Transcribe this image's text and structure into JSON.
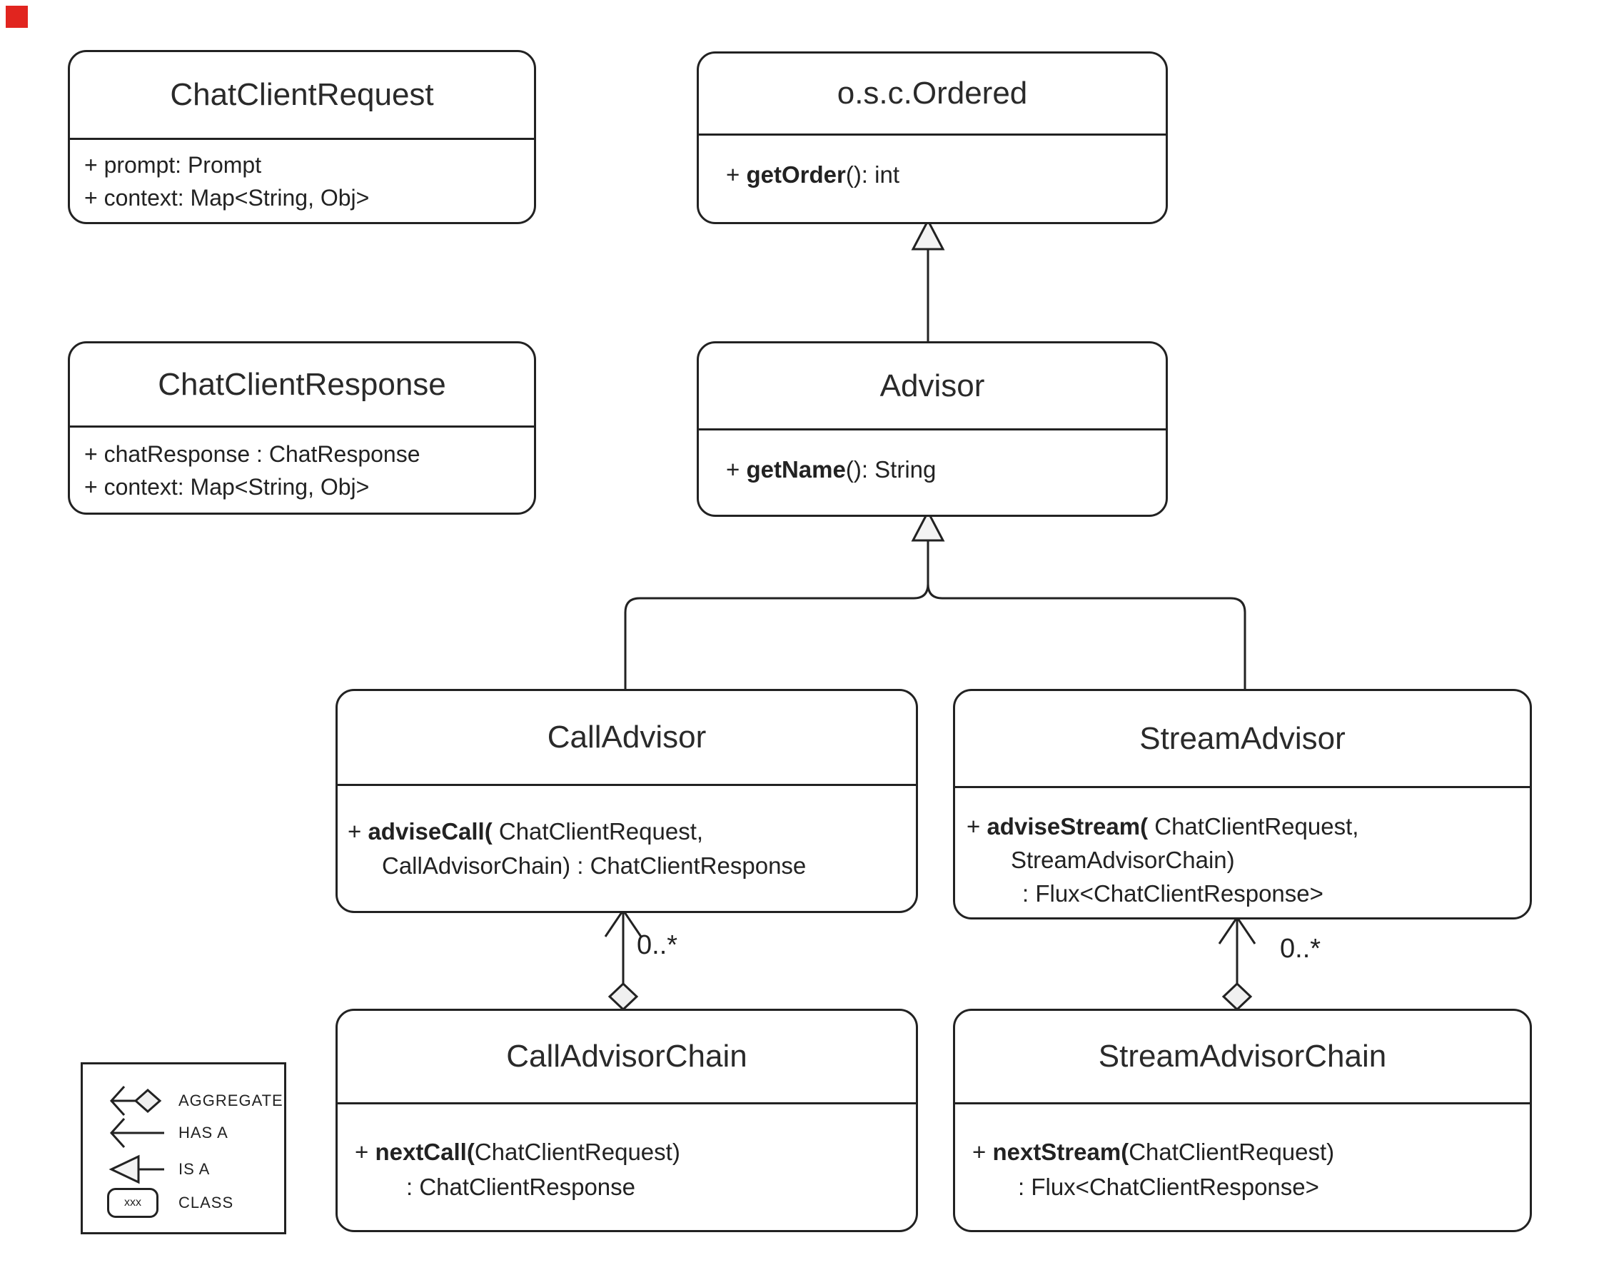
{
  "colors": {
    "stroke": "#222222",
    "background": "#ffffff",
    "arrow_fill": "#f3f3f3",
    "corner_marker": "#e1251f"
  },
  "classes": [
    {
      "name": "ChatClientRequest",
      "members": [
        {
          "pre": "+ prompt: Prompt",
          "bold": "",
          "post": ""
        },
        {
          "pre": "+ context: Map<String, Obj>",
          "bold": "",
          "post": ""
        }
      ]
    },
    {
      "name": "o.s.c.Ordered",
      "members": [
        {
          "pre": "+ ",
          "bold": "getOrder",
          "post": "(): int"
        }
      ]
    },
    {
      "name": "ChatClientResponse",
      "members": [
        {
          "pre": "+ chatResponse : ChatResponse",
          "bold": "",
          "post": ""
        },
        {
          "pre": "+ context: Map<String, Obj>",
          "bold": "",
          "post": ""
        }
      ]
    },
    {
      "name": "Advisor",
      "members": [
        {
          "pre": "+ ",
          "bold": "getName",
          "post": "(): String"
        }
      ]
    },
    {
      "name": "CallAdvisor",
      "members": [
        {
          "pre": "+ ",
          "bold": "adviseCall(",
          "post": " ChatClientRequest,"
        },
        {
          "pre": "CallAdvisorChain) : ChatClientResponse",
          "bold": "",
          "post": ""
        }
      ]
    },
    {
      "name": "StreamAdvisor",
      "members": [
        {
          "pre": "+ ",
          "bold": "adviseStream(",
          "post": " ChatClientRequest,"
        },
        {
          "pre": "StreamAdvisorChain)",
          "bold": "",
          "post": ""
        },
        {
          "pre": ": Flux<ChatClientResponse>",
          "bold": "",
          "post": ""
        }
      ]
    },
    {
      "name": "CallAdvisorChain",
      "members": [
        {
          "pre": "+ ",
          "bold": "nextCall(",
          "post": "ChatClientRequest)"
        },
        {
          "pre": ": ChatClientResponse",
          "bold": "",
          "post": ""
        }
      ]
    },
    {
      "name": "StreamAdvisorChain",
      "members": [
        {
          "pre": "+ ",
          "bold": "nextStream(",
          "post": "ChatClientRequest)"
        },
        {
          "pre": ": Flux<ChatClientResponse>",
          "bold": "",
          "post": ""
        }
      ]
    }
  ],
  "relations": {
    "call_multiplicity": "0..*",
    "stream_multiplicity": "0..*"
  },
  "legend": {
    "items": [
      "AGGREGATE",
      "HAS A",
      "IS A",
      "CLASS"
    ],
    "class_sample": "xxx"
  }
}
